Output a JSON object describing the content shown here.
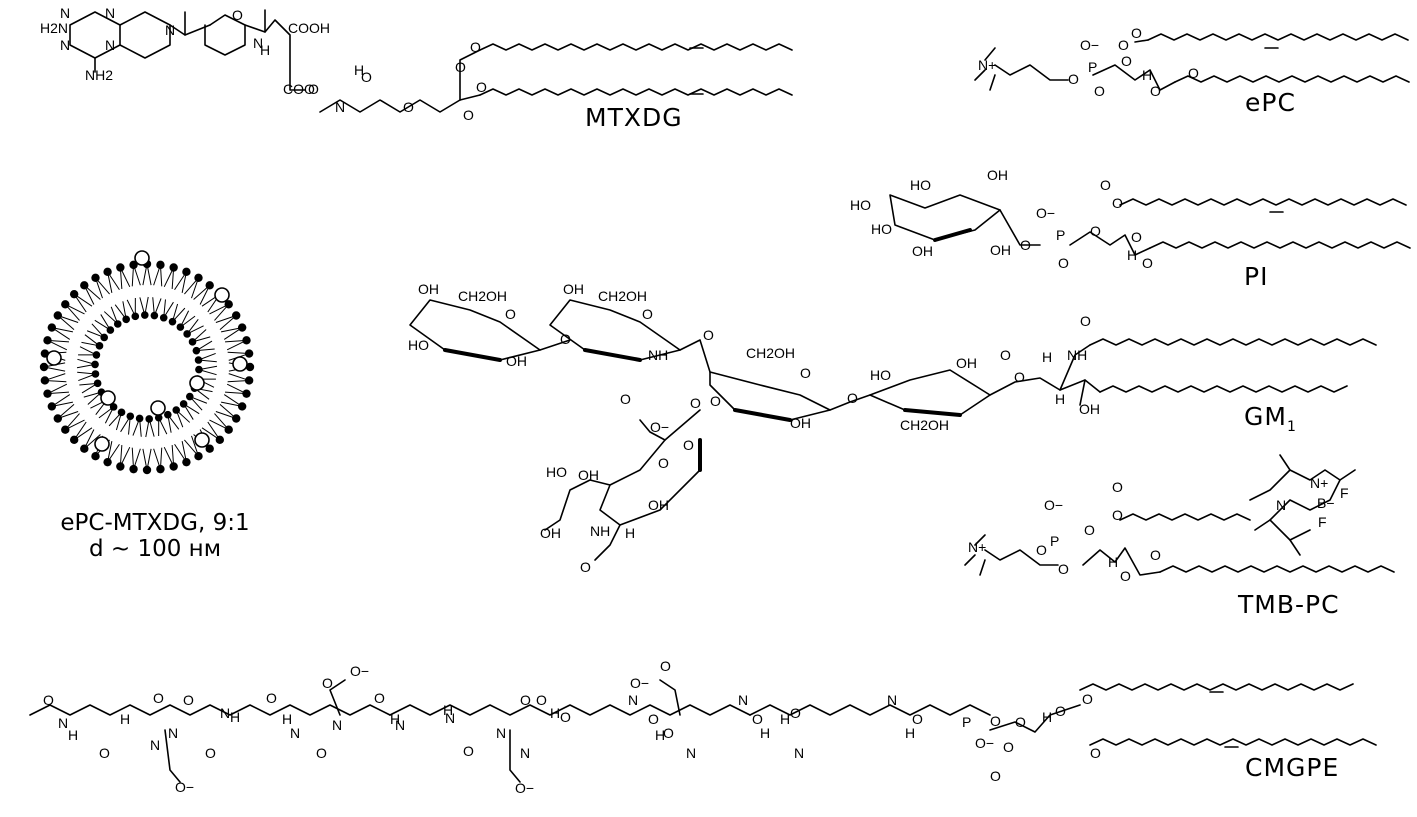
{
  "molecules": [
    {
      "id": "mtxdg",
      "label": "MTXDG"
    },
    {
      "id": "epc",
      "label": "ePC"
    },
    {
      "id": "pi",
      "label": "PI"
    },
    {
      "id": "gm1",
      "label": "GM",
      "sub": "1"
    },
    {
      "id": "tmbpc",
      "label": "TMB-PC"
    },
    {
      "id": "cmgpe",
      "label": "CMGPE"
    }
  ],
  "liposome": {
    "caption_line1": "ePC-MTXDG, 9:1",
    "caption_line2": "d ~ 100 нм"
  },
  "atoms": {
    "mtxdg": [
      "H2N",
      "N",
      "N",
      "N",
      "N",
      "NH2",
      "N",
      "O",
      "N",
      "H",
      "COOH",
      "COO",
      "O",
      "N",
      "H",
      "O",
      "O",
      "O",
      "O",
      "O",
      "O"
    ],
    "epc": [
      "N+",
      "O",
      "P",
      "O−",
      "O",
      "O",
      "O",
      "O",
      "H",
      "O",
      "O"
    ],
    "pi": [
      "HO",
      "HO",
      "OH",
      "HO",
      "OH",
      "OH",
      "O",
      "P",
      "O−",
      "O",
      "O",
      "O",
      "O",
      "H",
      "O",
      "O"
    ],
    "gm1": [
      "OH",
      "CH2OH",
      "O",
      "HO",
      "OH",
      "O",
      "OH",
      "CH2OH",
      "O",
      "NH",
      "O",
      "O",
      "CH2OH",
      "O",
      "O",
      "OH",
      "O",
      "HO",
      "OH",
      "O",
      "CH2OH",
      "O",
      "H",
      "NH",
      "O",
      "OH",
      "H",
      "O−",
      "O",
      "O",
      "HO",
      "OH",
      "OH",
      "NH",
      "H",
      "OH",
      "O",
      "O"
    ],
    "tmbpc": [
      "N+",
      "O",
      "P",
      "O−",
      "O",
      "O",
      "O",
      "O",
      "H",
      "O",
      "O",
      "N",
      "N+",
      "B−",
      "F",
      "F"
    ],
    "cmgpe": [
      "O",
      "N",
      "H",
      "O",
      "N",
      "H",
      "O",
      "N",
      "O",
      "O−",
      "O",
      "N",
      "H",
      "O",
      "N",
      "H",
      "O",
      "N",
      "O",
      "O−",
      "O",
      "N",
      "H",
      "N",
      "H",
      "O",
      "N",
      "O",
      "O−",
      "O",
      "N",
      "H",
      "O",
      "N",
      "H",
      "O",
      "N",
      "O",
      "O−",
      "O",
      "N",
      "H",
      "O",
      "N",
      "H",
      "O",
      "N",
      "H",
      "O",
      "P",
      "O−",
      "O",
      "O",
      "O",
      "O",
      "H",
      "O",
      "O",
      "O"
    ]
  }
}
